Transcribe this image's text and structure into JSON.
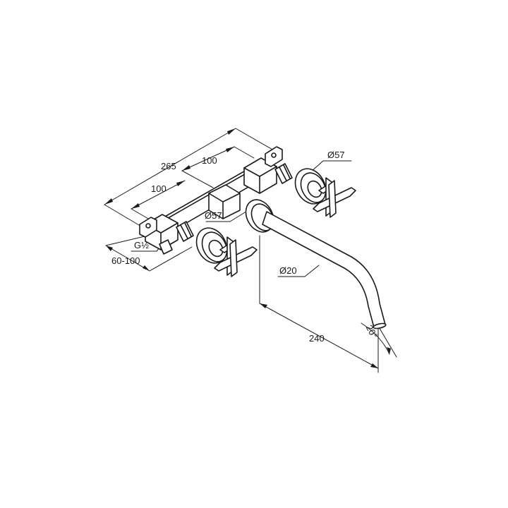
{
  "dimensions": {
    "overall_width": "265",
    "centre_spacing_upper": "100",
    "centre_spacing_lower": "100",
    "rosette_diameter_right": "Ø57",
    "rosette_diameter_left": "Ø57",
    "thread": "G½",
    "wall_depth": "60-100",
    "spout_diameter": "Ø20",
    "spout_projection": "240",
    "spout_angle": "20°"
  }
}
